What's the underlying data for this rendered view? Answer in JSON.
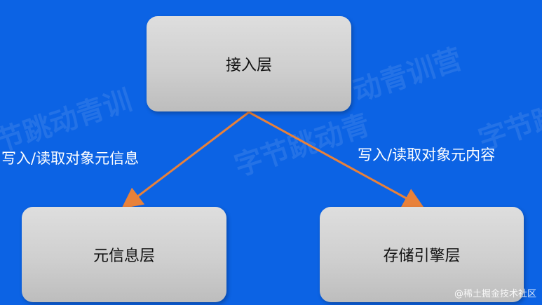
{
  "diagram": {
    "nodes": {
      "top": "接入层",
      "left": "元信息层",
      "right": "存储引擎层"
    },
    "edges": {
      "left": "写入/读取对象元信息",
      "right": "写入/读取对象元内容"
    },
    "colors": {
      "background": "#0c63e4",
      "node_fill": "#cfcfcf",
      "arrow": "#e8813a",
      "label_text": "#ffffff"
    }
  },
  "watermark": {
    "text_1": "节跳动青训",
    "text_2": "字节跳动青",
    "text_3": "动青训营",
    "text_4": "字节跳"
  },
  "brand": "@稀土掘金技术社区"
}
